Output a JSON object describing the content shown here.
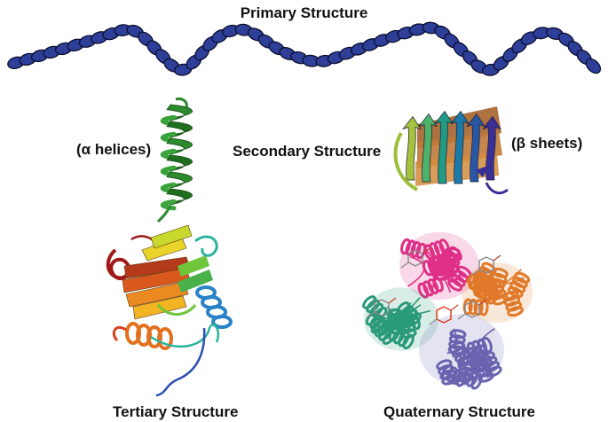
{
  "labels": {
    "primary": "Primary Structure",
    "secondary": "Secondary Structure",
    "alpha": "(α helices)",
    "beta": "(β sheets)",
    "tertiary": "Tertiary Structure",
    "quaternary": "Quaternary Structure"
  },
  "colors": {
    "bead_fill": "#2e3f9a",
    "bead_stroke": "#0b0f2e",
    "helix_green": "#2d8a2d"
  }
}
